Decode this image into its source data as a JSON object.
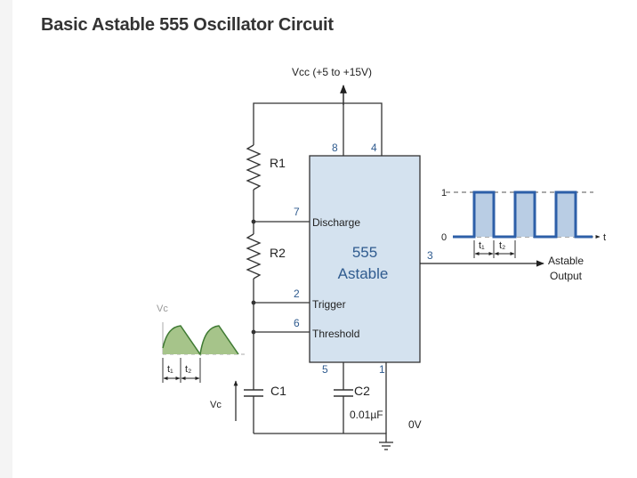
{
  "page": {
    "title": "Basic Astable 555 Oscillator Circuit"
  },
  "circuit": {
    "supply_label": "Vcc (+5 to +15V)",
    "ground_label": "0V",
    "colors": {
      "wire": "#333333",
      "chip_fill": "#d4e2ef",
      "pin_number": "#2f5b8f",
      "output_wave": "#2d5fa8",
      "output_fill": "#b9cde4",
      "cap_wave": "#3f7a33",
      "cap_fill": "#a6c48a"
    },
    "resistors": [
      {
        "label": "R1"
      },
      {
        "label": "R2"
      }
    ],
    "capacitors": [
      {
        "label": "C1"
      },
      {
        "label": "C2",
        "value": "0.01µF"
      }
    ],
    "chip": {
      "name": "555",
      "type": "Astable",
      "pins": {
        "vcc": "8",
        "reset": "4",
        "discharge": "7",
        "trigger": "2",
        "threshold": "6",
        "output": "3",
        "control": "5",
        "ground": "1"
      },
      "pin_labels": {
        "discharge": "Discharge",
        "trigger": "Trigger",
        "threshold": "Threshold"
      }
    },
    "output": {
      "label_line1": "Astable",
      "label_line2": "Output",
      "level_high": "1",
      "level_low": "0",
      "time_axis": "t",
      "t1": "t₁",
      "t2": "t₂"
    },
    "capacitor_voltage": {
      "label": "Vc",
      "side_label": "Vc",
      "t1": "t₁",
      "t2": "t₂"
    }
  }
}
